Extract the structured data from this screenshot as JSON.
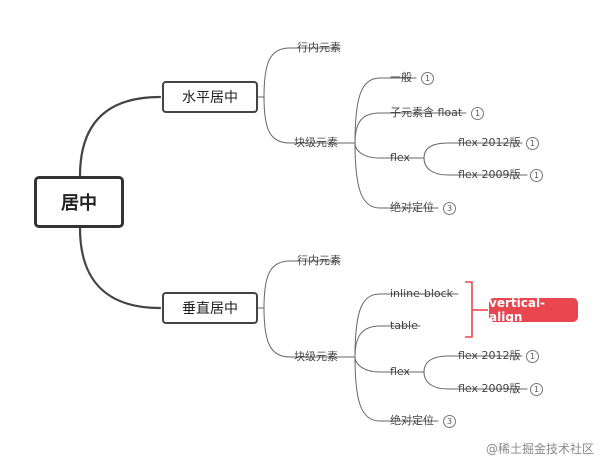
{
  "root": "居中",
  "branches": {
    "horizontal": {
      "label": "水平居中",
      "inline": "行内元素",
      "block": "块级元素",
      "items": {
        "general": {
          "label": "一般",
          "num": "1"
        },
        "float": {
          "label": "子元素含 float",
          "num": "1"
        },
        "flex": {
          "label": "flex",
          "v2012": {
            "label": "flex 2012版",
            "num": "1"
          },
          "v2009": {
            "label": "flex 2009版",
            "num": "1"
          }
        },
        "absolute": {
          "label": "绝对定位",
          "num": "3"
        }
      }
    },
    "vertical": {
      "label": "垂直居中",
      "inline": "行内元素",
      "block": "块级元素",
      "items": {
        "inline_block": {
          "label": "inline-block"
        },
        "table": {
          "label": "table"
        },
        "flex": {
          "label": "flex",
          "v2012": {
            "label": "flex 2012版",
            "num": "1"
          },
          "v2009": {
            "label": "flex 2009版",
            "num": "1"
          }
        },
        "absolute": {
          "label": "绝对定位",
          "num": "3"
        }
      }
    }
  },
  "annotation": {
    "label": "vertical-align",
    "color": "#e8474f"
  },
  "watermark": "@稀土掘金技术社区"
}
